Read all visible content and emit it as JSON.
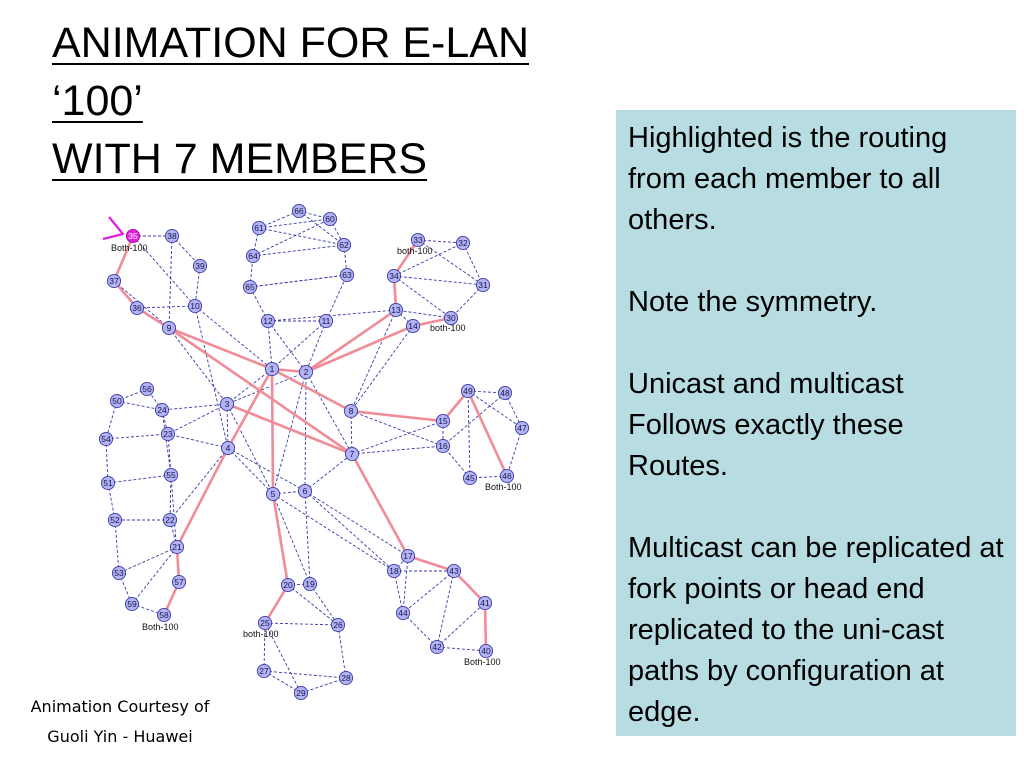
{
  "title": {
    "line1": "ANIMATION FOR E-LAN ‘100’",
    "line2": "WITH 7 MEMBERS"
  },
  "note": {
    "paragraphs": [
      "Highlighted is the routing from each member to all others.",
      "Note the symmetry.",
      "Unicast and multicast Follows exactly these Routes.",
      "Multicast can be replicated at fork points or head end replicated to the uni-cast paths by configuration at edge."
    ]
  },
  "credit": {
    "line1": "Animation Courtesy of",
    "line2": "Guoli Yin -  Huawei"
  },
  "network": {
    "colors": {
      "node_fill": "#b3b3f5",
      "node_stroke": "#3a3aa8",
      "link": "#3a3aa8",
      "route": "#f08c98",
      "active": "#e020e0"
    },
    "nodes": [
      "1",
      "2",
      "3",
      "4",
      "5",
      "6",
      "7",
      "8",
      "9",
      "10",
      "11",
      "12",
      "13",
      "14",
      "15",
      "16",
      "17",
      "18",
      "19",
      "20",
      "21",
      "22",
      "23",
      "24",
      "25",
      "26",
      "27",
      "28",
      "29",
      "30",
      "31",
      "32",
      "33",
      "34",
      "35",
      "36",
      "37",
      "38",
      "39",
      "40",
      "41",
      "42",
      "43",
      "44",
      "45",
      "46",
      "47",
      "48",
      "49",
      "50",
      "51",
      "52",
      "53",
      "54",
      "55",
      "56",
      "57",
      "58",
      "59",
      "60",
      "61",
      "62",
      "63",
      "64",
      "65",
      "66"
    ],
    "member_labels": [
      {
        "node": "35",
        "text": "Both-100"
      },
      {
        "node": "33",
        "text": "both-100"
      },
      {
        "node": "30",
        "text": "both-100"
      },
      {
        "node": "46",
        "text": "Both-100"
      },
      {
        "node": "58",
        "text": "Both-100"
      },
      {
        "node": "25",
        "text": "both-100"
      },
      {
        "node": "40",
        "text": "Both-100"
      }
    ],
    "active_node": "35",
    "route_links": [
      [
        "35",
        "37"
      ],
      [
        "37",
        "36"
      ],
      [
        "36",
        "9"
      ],
      [
        "9",
        "1"
      ],
      [
        "1",
        "2"
      ],
      [
        "2",
        "13"
      ],
      [
        "13",
        "34"
      ],
      [
        "34",
        "33"
      ],
      [
        "2",
        "14"
      ],
      [
        "14",
        "30"
      ],
      [
        "1",
        "8"
      ],
      [
        "8",
        "15"
      ],
      [
        "15",
        "49"
      ],
      [
        "49",
        "46"
      ],
      [
        "3",
        "7"
      ],
      [
        "7",
        "17"
      ],
      [
        "17",
        "43"
      ],
      [
        "43",
        "41"
      ],
      [
        "41",
        "40"
      ],
      [
        "1",
        "4"
      ],
      [
        "4",
        "21"
      ],
      [
        "21",
        "57"
      ],
      [
        "57",
        "58"
      ],
      [
        "9",
        "7"
      ],
      [
        "1",
        "5"
      ],
      [
        "5",
        "20"
      ],
      [
        "20",
        "25"
      ]
    ],
    "links": [
      [
        "35",
        "38"
      ],
      [
        "38",
        "39"
      ],
      [
        "39",
        "10"
      ],
      [
        "10",
        "36"
      ],
      [
        "35",
        "10"
      ],
      [
        "38",
        "9"
      ],
      [
        "37",
        "9"
      ],
      [
        "10",
        "1"
      ],
      [
        "10",
        "4"
      ],
      [
        "9",
        "3"
      ],
      [
        "12",
        "11"
      ],
      [
        "12",
        "1"
      ],
      [
        "11",
        "2"
      ],
      [
        "12",
        "2"
      ],
      [
        "11",
        "1"
      ],
      [
        "12",
        "65"
      ],
      [
        "11",
        "63"
      ],
      [
        "66",
        "60"
      ],
      [
        "60",
        "62"
      ],
      [
        "62",
        "63"
      ],
      [
        "63",
        "65"
      ],
      [
        "65",
        "64"
      ],
      [
        "64",
        "61"
      ],
      [
        "61",
        "66"
      ],
      [
        "66",
        "62"
      ],
      [
        "61",
        "60"
      ],
      [
        "64",
        "62"
      ],
      [
        "65",
        "63"
      ],
      [
        "64",
        "60"
      ],
      [
        "61",
        "62"
      ],
      [
        "34",
        "31"
      ],
      [
        "33",
        "32"
      ],
      [
        "32",
        "31"
      ],
      [
        "31",
        "30"
      ],
      [
        "30",
        "13"
      ],
      [
        "14",
        "13"
      ],
      [
        "34",
        "30"
      ],
      [
        "33",
        "31"
      ],
      [
        "34",
        "32"
      ],
      [
        "13",
        "8"
      ],
      [
        "14",
        "8"
      ],
      [
        "12",
        "13"
      ],
      [
        "1",
        "3"
      ],
      [
        "2",
        "3"
      ],
      [
        "2",
        "7"
      ],
      [
        "2",
        "6"
      ],
      [
        "2",
        "5"
      ],
      [
        "3",
        "4"
      ],
      [
        "3",
        "5"
      ],
      [
        "4",
        "5"
      ],
      [
        "4",
        "6"
      ],
      [
        "5",
        "6"
      ],
      [
        "6",
        "7"
      ],
      [
        "7",
        "8"
      ],
      [
        "8",
        "16"
      ],
      [
        "7",
        "15"
      ],
      [
        "7",
        "16"
      ],
      [
        "15",
        "16"
      ],
      [
        "49",
        "48"
      ],
      [
        "48",
        "47"
      ],
      [
        "47",
        "46"
      ],
      [
        "46",
        "45"
      ],
      [
        "45",
        "16"
      ],
      [
        "45",
        "49"
      ],
      [
        "48",
        "16"
      ],
      [
        "49",
        "47"
      ],
      [
        "3",
        "24"
      ],
      [
        "3",
        "23"
      ],
      [
        "4",
        "23"
      ],
      [
        "4",
        "22"
      ],
      [
        "24",
        "56"
      ],
      [
        "24",
        "23"
      ],
      [
        "56",
        "50"
      ],
      [
        "50",
        "54"
      ],
      [
        "54",
        "51"
      ],
      [
        "51",
        "52"
      ],
      [
        "52",
        "53"
      ],
      [
        "53",
        "59"
      ],
      [
        "59",
        "58"
      ],
      [
        "24",
        "55"
      ],
      [
        "23",
        "55"
      ],
      [
        "55",
        "22"
      ],
      [
        "22",
        "21"
      ],
      [
        "55",
        "51"
      ],
      [
        "50",
        "24"
      ],
      [
        "54",
        "23"
      ],
      [
        "21",
        "53"
      ],
      [
        "22",
        "52"
      ],
      [
        "21",
        "59"
      ],
      [
        "57",
        "55"
      ],
      [
        "5",
        "19"
      ],
      [
        "6",
        "19"
      ],
      [
        "6",
        "18"
      ],
      [
        "6",
        "17"
      ],
      [
        "5",
        "18"
      ],
      [
        "19",
        "20"
      ],
      [
        "20",
        "26"
      ],
      [
        "19",
        "26"
      ],
      [
        "25",
        "27"
      ],
      [
        "27",
        "29"
      ],
      [
        "29",
        "28"
      ],
      [
        "28",
        "26"
      ],
      [
        "26",
        "25"
      ],
      [
        "27",
        "28"
      ],
      [
        "25",
        "29"
      ],
      [
        "18",
        "17"
      ],
      [
        "18",
        "44"
      ],
      [
        "17",
        "44"
      ],
      [
        "44",
        "42"
      ],
      [
        "42",
        "43"
      ],
      [
        "42",
        "40"
      ],
      [
        "43",
        "44"
      ],
      [
        "42",
        "41"
      ],
      [
        "18",
        "43"
      ]
    ]
  }
}
